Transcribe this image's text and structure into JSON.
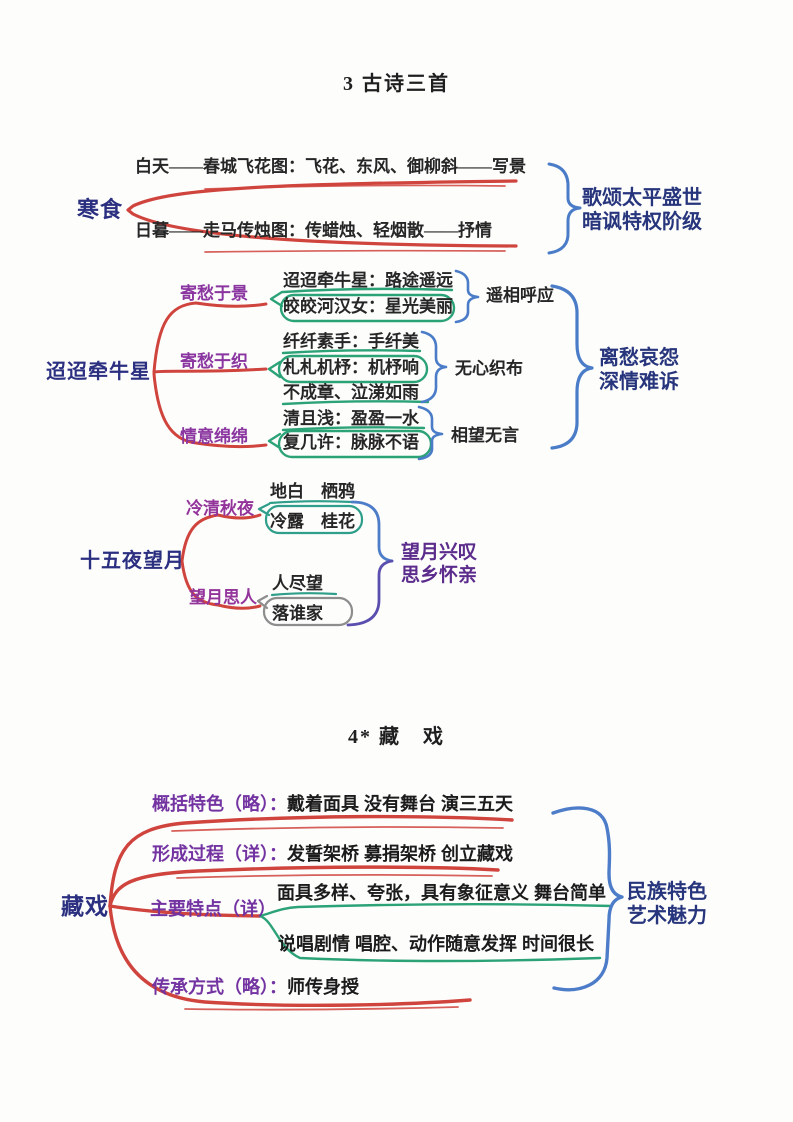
{
  "titles": {
    "lesson3": "3 古诗三首",
    "lesson4": "4* 藏　戏"
  },
  "colors": {
    "root_navy": "#2b2f80",
    "label_purple": "#8a35a0",
    "summary_navy": "#27357c",
    "summary_purple": "#5b2c8c",
    "branch_red": "#d0443e",
    "brace_blue": "#4a7cc8",
    "bubble_green": "#2ca277",
    "bubble_teal": "#2f9e8a",
    "bubble_gray": "#8d8d8d",
    "ink": "#262626"
  },
  "hanshi": {
    "root": "寒食",
    "rows": [
      "白天——春城飞花图：飞花、东风、御柳斜——写景",
      "日暮——走马传烛图：传蜡烛、轻烟散——抒情"
    ],
    "summary": [
      "歌颂太平盛世",
      "暗讽特权阶级"
    ]
  },
  "tiaotiao": {
    "root": "迢迢牵牛星",
    "branches": [
      {
        "label": "寄愁于景",
        "items": [
          "迢迢牵牛星：路途遥远",
          "皎皎河汉女：星光美丽"
        ],
        "result": "遥相呼应"
      },
      {
        "label": "寄愁于织",
        "items": [
          "纤纤素手：手纤美",
          "札札机杼：机杼响",
          "不成章、泣涕如雨"
        ],
        "result": "无心织布"
      },
      {
        "label": "情意绵绵",
        "items": [
          "清且浅：盈盈一水",
          "复几许：脉脉不语"
        ],
        "result": "相望无言"
      }
    ],
    "summary": [
      "离愁哀怨",
      "深情难诉"
    ]
  },
  "shiwuye": {
    "root": "十五夜望月",
    "branches": [
      {
        "label": "冷清秋夜",
        "items": [
          "地白　栖鸦",
          "冷露　桂花"
        ]
      },
      {
        "label": "望月思人",
        "items": [
          "人尽望",
          "落谁家"
        ]
      }
    ],
    "summary": [
      "望月兴叹",
      "思乡怀亲"
    ]
  },
  "zangxi": {
    "root": "藏戏",
    "items": [
      {
        "label": "概括特色（略）：",
        "text": "戴着面具 没有舞台 演三五天"
      },
      {
        "label": "形成过程（详）：",
        "text": "发誓架桥 募捐架桥 创立藏戏"
      },
      {
        "label": "主要特点（详）",
        "sub": [
          "面具多样、夸张，具有象征意义 舞台简单",
          "说唱剧情 唱腔、动作随意发挥 时间很长"
        ]
      },
      {
        "label": "传承方式（略）：",
        "text": "师传身授"
      }
    ],
    "summary": [
      "民族特色",
      "艺术魅力"
    ]
  }
}
